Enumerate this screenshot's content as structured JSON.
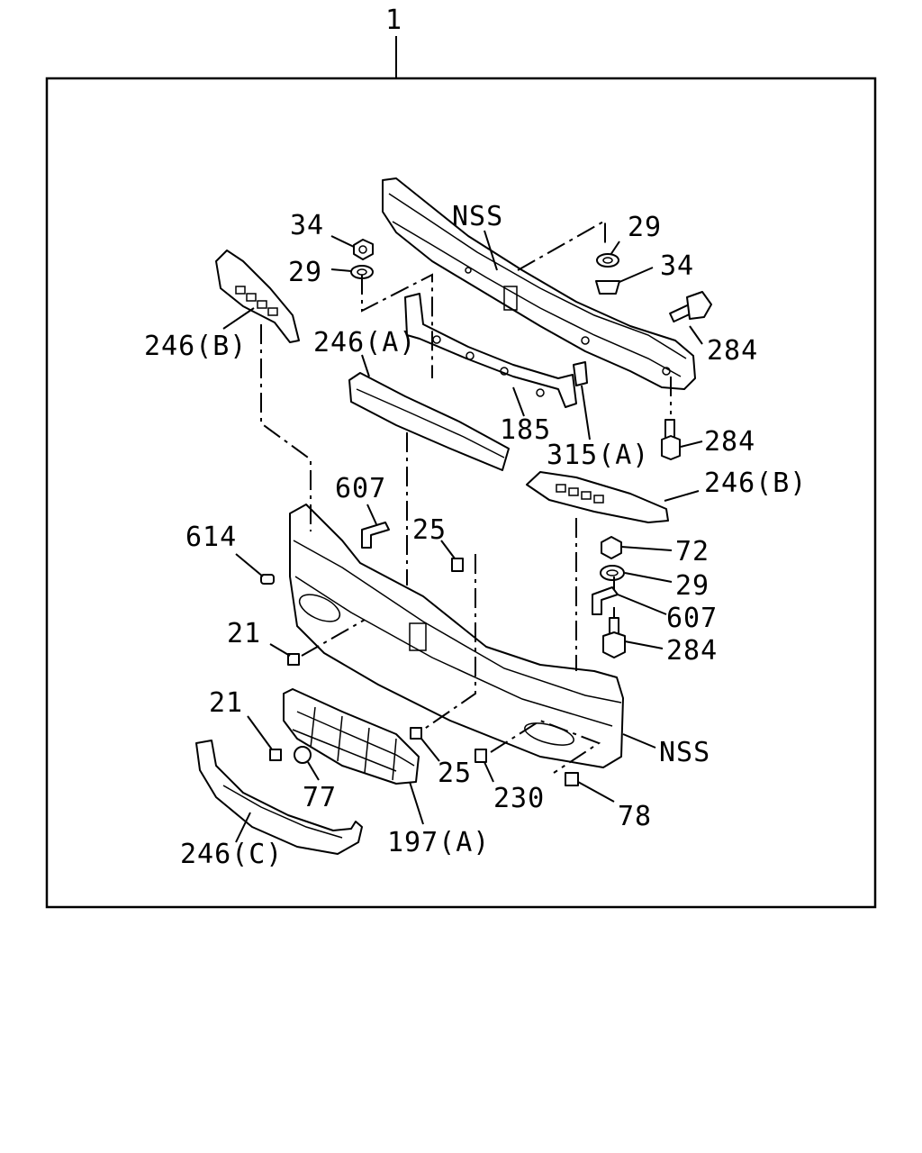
{
  "diagram": {
    "assembly_label": "1",
    "callouts": {
      "c34_top_left": "34",
      "c29_top_left": "29",
      "c246b_left": "246(B)",
      "c246a": "246(A)",
      "nss_top": "NSS",
      "c29_top_right": "29",
      "c34_top_right": "34",
      "c284_top": "284",
      "c185": "185",
      "c315a": "315(A)",
      "c284_mid": "284",
      "c246b_right": "246(B)",
      "c607_left": "607",
      "c25_top": "25",
      "c614": "614",
      "c72": "72",
      "c29_right": "29",
      "c607_right": "607",
      "c284_bottom": "284",
      "c21_top": "21",
      "c21_bottom": "21",
      "nss_bottom": "NSS",
      "c25_bottom": "25",
      "c230": "230",
      "c77": "77",
      "c78": "78",
      "c197a": "197(A)",
      "c246c": "246(C)"
    }
  }
}
